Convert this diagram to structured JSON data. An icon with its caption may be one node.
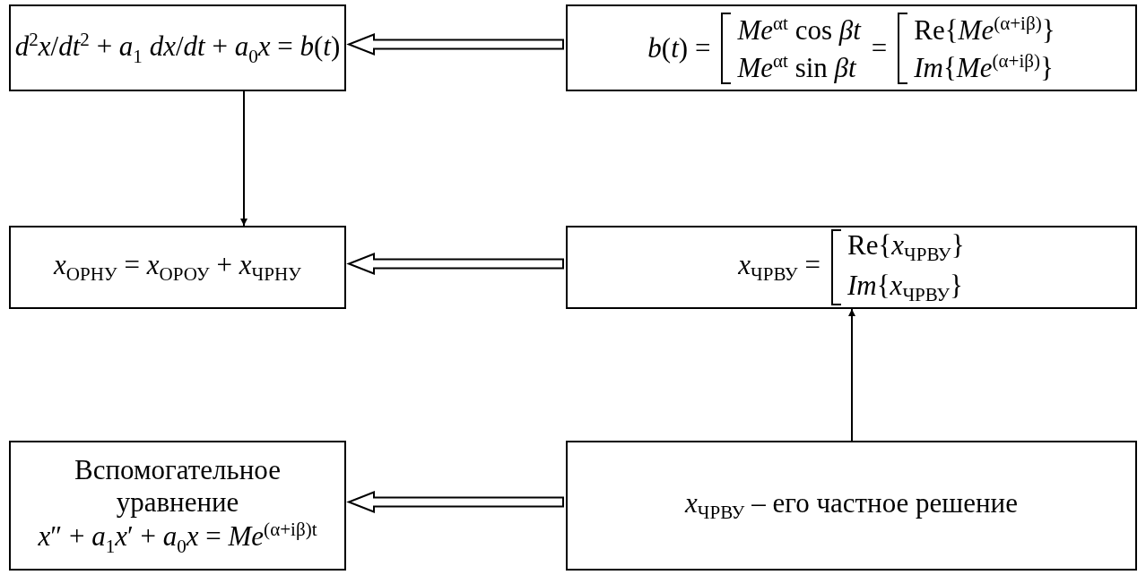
{
  "diagram": {
    "nodes": [
      {
        "text": [
          "*d*$^{2}$*x*/*dt*$^{2}$ + *a*$_{1}$ *dx*/*dt* + *a*$_{0}$*x* = *b*(*t*)"
        ]
      },
      {
        "text": [
          "*b*(*t*) =",
          "*Me*$^{αt}$ cos *βt*",
          "*Me*$^{αt}$ sin *βt*",
          "=",
          "Re{*Me*$^{(α+iβ)}$}",
          "*Im*{*Me*$^{(α+iβ)}$}"
        ]
      },
      {
        "text": [
          "*x*$_{ОРНУ}$ = *x*$_{ОРОУ}$ + *x*$_{ЧРНУ}$"
        ]
      },
      {
        "text": [
          "*x*$_{ЧРВУ}$ =",
          "Re{*x*$_{ЧРВУ}$}",
          "*Im*{*x*$_{ЧРВУ}$}"
        ]
      },
      {
        "text": [
          "Вспомогательное уравнение",
          "*x*″ + *a*$_{1}$*x*′ + *a*$_{0}$*x* = *Me*$^{(α+iβ)t}$"
        ]
      },
      {
        "text": [
          "*x*$_{ЧРВУ}$ – его частное решение"
        ]
      }
    ],
    "edges": [
      {
        "from": 1,
        "to": 0,
        "arrow": "to",
        "style": "thick"
      },
      {
        "from": 0,
        "to": 2,
        "arrow": "to"
      },
      {
        "from": 3,
        "to": 2,
        "arrow": "to",
        "style": "thick"
      },
      {
        "from": 5,
        "to": 3,
        "arrow": "to"
      },
      {
        "from": 5,
        "to": 4,
        "arrow": "to",
        "style": "thick"
      }
    ]
  }
}
